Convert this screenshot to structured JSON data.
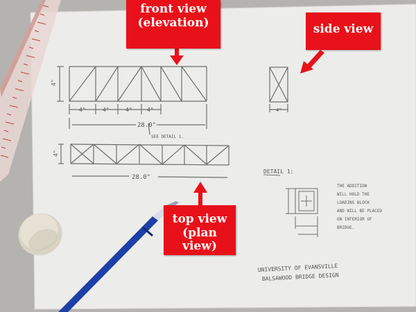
{
  "callouts": {
    "front": {
      "line1": "front view",
      "line2": "(elevation)"
    },
    "side": {
      "line1": "side view"
    },
    "top": {
      "line1": "top view",
      "line2": "(plan view)"
    }
  },
  "drawing": {
    "front_dims": [
      "4\"",
      "4\"",
      "4\"",
      "4\""
    ],
    "front_height": "4\"",
    "front_length": "28.0\"",
    "see_detail": "SEE DETAIL 1.",
    "top_height": "4\"",
    "top_length": "28.0\"",
    "side_width": "4\"",
    "detail_title": "DETAIL 1:",
    "detail_note": [
      "THE ADDITION",
      "WILL HOLD THE",
      "LOADING BLOCK",
      "AND WILL BE PLACED",
      "ON INTERIOR OF",
      "BRIDGE."
    ],
    "title_block": [
      "UNIVERSITY OF EVANSVILLE",
      "BALSAWOOD BRIDGE DESIGN"
    ]
  },
  "colors": {
    "callout_red": "#e8111a",
    "table_gray": "#b8b6b2",
    "paper": "#ededeb",
    "pen_blue": "#1c3fa8",
    "pencil_line": "#6d6d6d"
  }
}
